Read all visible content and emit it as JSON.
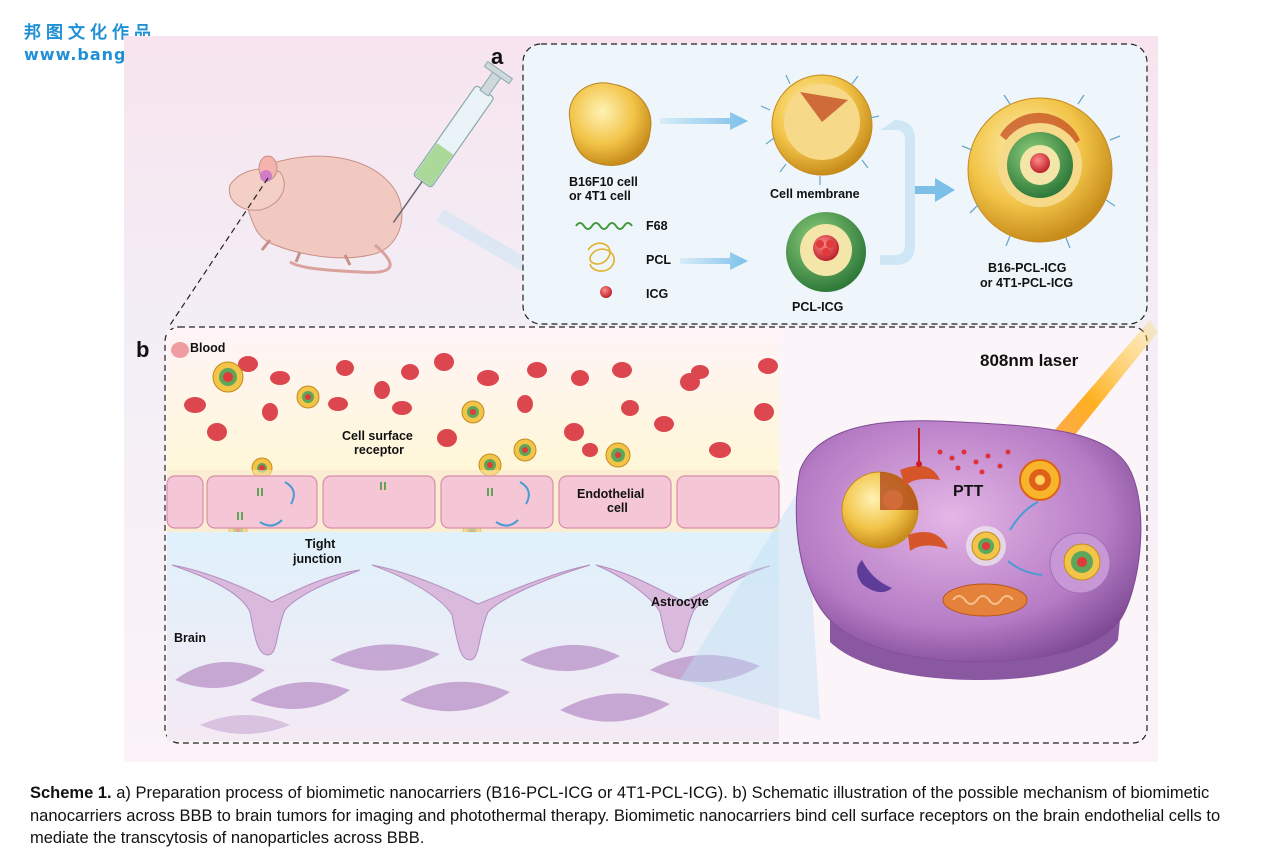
{
  "watermark": {
    "line1": "邦图文化作品",
    "line2": "www.bangtuwh.com"
  },
  "panel_a": {
    "letter": "a",
    "cell_label_line1": "B16F10 cell",
    "cell_label_line2": "or 4T1 cell",
    "legend_f68": "F68",
    "legend_pcl": "PCL",
    "legend_icg": "ICG",
    "membrane_label": "Cell membrane",
    "core_label": "PCL-ICG",
    "product_line1": "B16-PCL-ICG",
    "product_line2": "or 4T1-PCL-ICG"
  },
  "panel_b": {
    "letter": "b",
    "blood": "Blood",
    "receptor_line1": "Cell surface",
    "receptor_line2": "receptor",
    "endothelial_line1": "Endothelial",
    "endothelial_line2": "cell",
    "tight_line1": "Tight",
    "tight_line2": "junction",
    "astrocyte": "Astrocyte",
    "brain": "Brain",
    "laser": "808nm laser",
    "ptt": "PTT"
  },
  "caption": {
    "label": "Scheme 1.",
    "text": " a) Preparation process of biomimetic nanocarriers (B16-PCL-ICG or 4T1-PCL-ICG). b) Schematic illustration of the possible mechanism of biomimetic nanocarriers across BBB to brain tumors for imaging and photothermal therapy. Biomimetic nanocarriers bind cell surface receptors on the brain endothelial cells to mediate the transcytosis of nanoparticles across BBB."
  },
  "colors": {
    "watermark": "#1f8fd6",
    "blood_cell": "#d9343e",
    "membrane": "#f2b73a",
    "tumor_cell": "#9a5fae",
    "endothelium": "#f4c6d6",
    "arrow": "#9fd0ee"
  }
}
